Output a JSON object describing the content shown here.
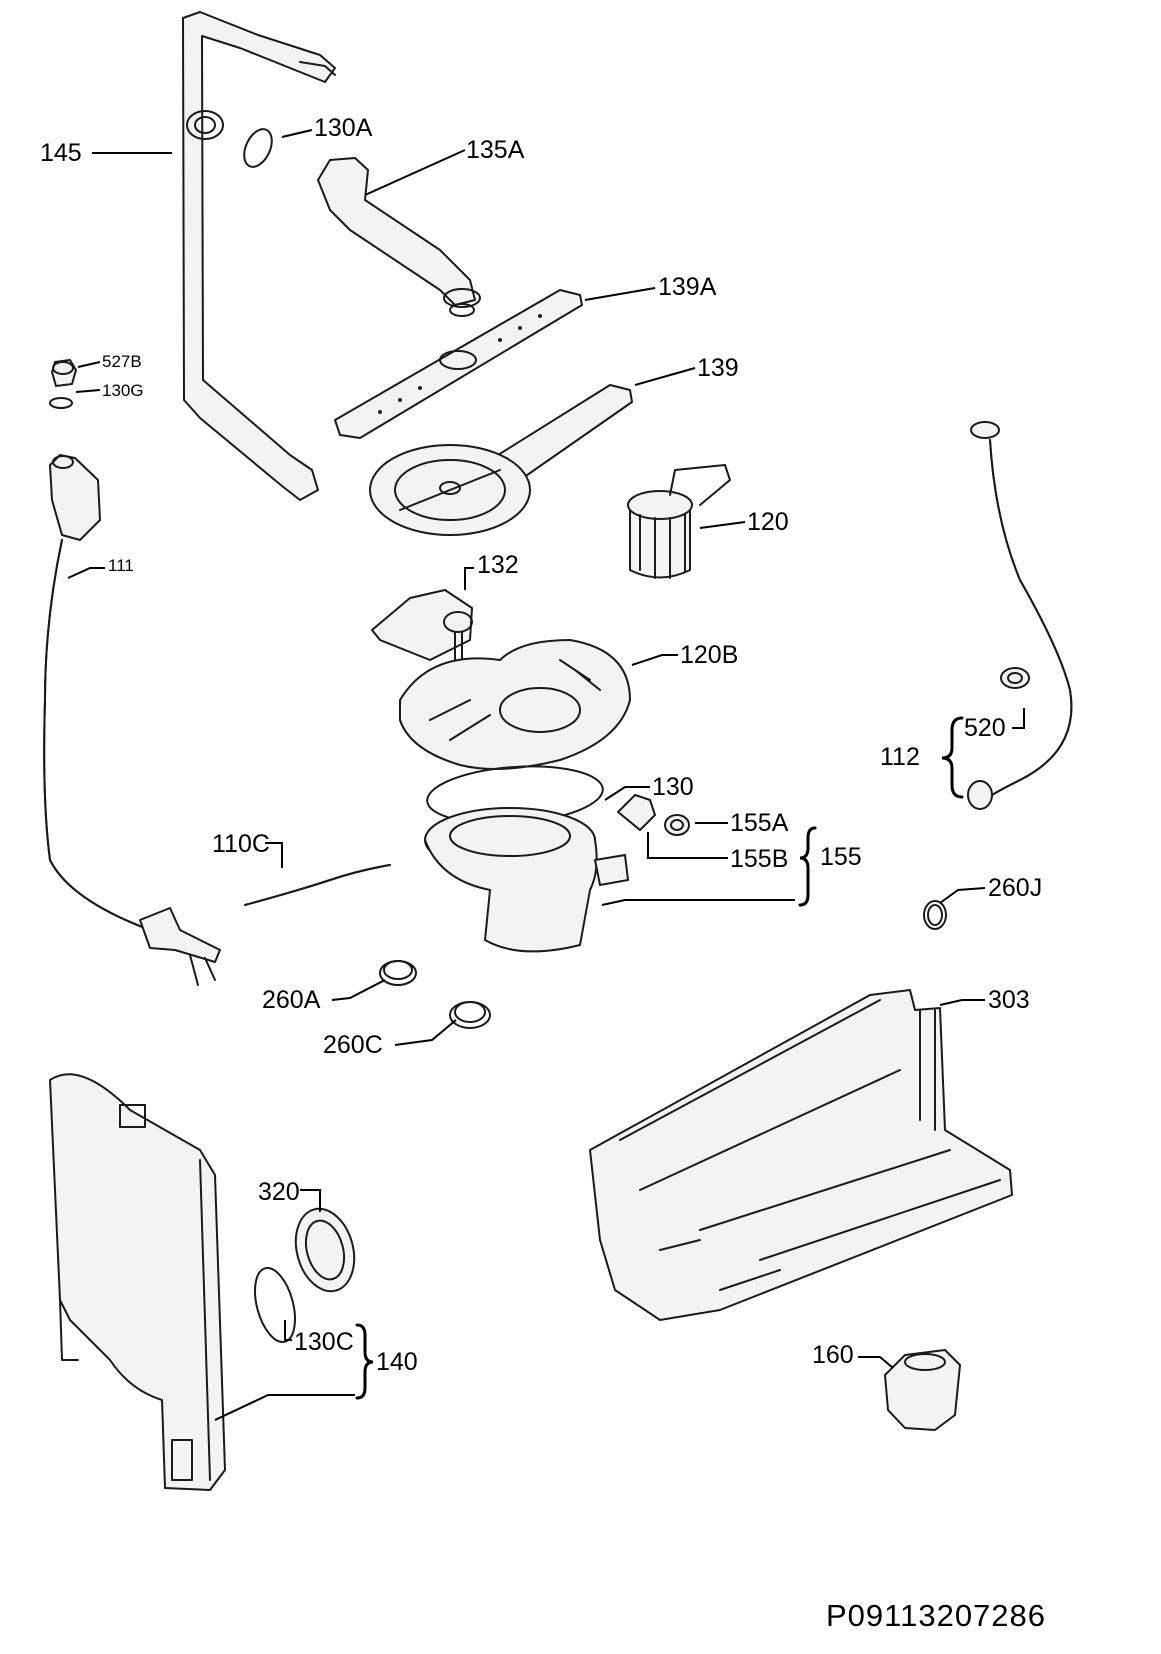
{
  "labels": {
    "p145": "145",
    "p130A": "130A",
    "p135A": "135A",
    "p527B": "527B",
    "p130G": "130G",
    "p139A": "139A",
    "p139": "139",
    "p120": "120",
    "p111": "111",
    "p132": "132",
    "p120B": "120B",
    "p112": "112",
    "p520": "520",
    "p130": "130",
    "p110C": "110C",
    "p155A": "155A",
    "p155B": "155B",
    "p155": "155",
    "p260J": "260J",
    "p260A": "260A",
    "p260C": "260C",
    "p303": "303",
    "p320": "320",
    "p130C": "130C",
    "p140": "140",
    "p160": "160"
  },
  "drawing_code": "P09113207286"
}
